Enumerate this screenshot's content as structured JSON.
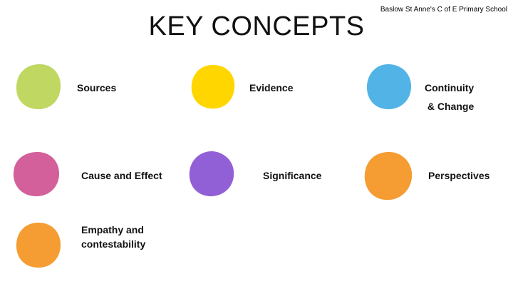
{
  "header": {
    "school_name": "Baslow St Anne's C of E Primary School",
    "title": "KEY CONCEPTS"
  },
  "concepts": [
    {
      "id": "sources",
      "label_lines": [
        "Sources"
      ],
      "color": "#c0d862"
    },
    {
      "id": "evidence",
      "label_lines": [
        "Evidence"
      ],
      "color": "#ffd600"
    },
    {
      "id": "continuity-change",
      "label_lines": [
        "Continuity",
        " & Change"
      ],
      "color": "#52b4e6"
    },
    {
      "id": "cause-effect",
      "label_lines": [
        "Cause and Effect"
      ],
      "color": "#d3609a"
    },
    {
      "id": "significance",
      "label_lines": [
        "Significance"
      ],
      "color": "#9260d6"
    },
    {
      "id": "perspectives",
      "label_lines": [
        "Perspectives"
      ],
      "color": "#f59c33"
    },
    {
      "id": "empathy-contestability",
      "label_lines": [
        "Empathy and",
        "contestability"
      ],
      "color": "#f59c33"
    }
  ]
}
